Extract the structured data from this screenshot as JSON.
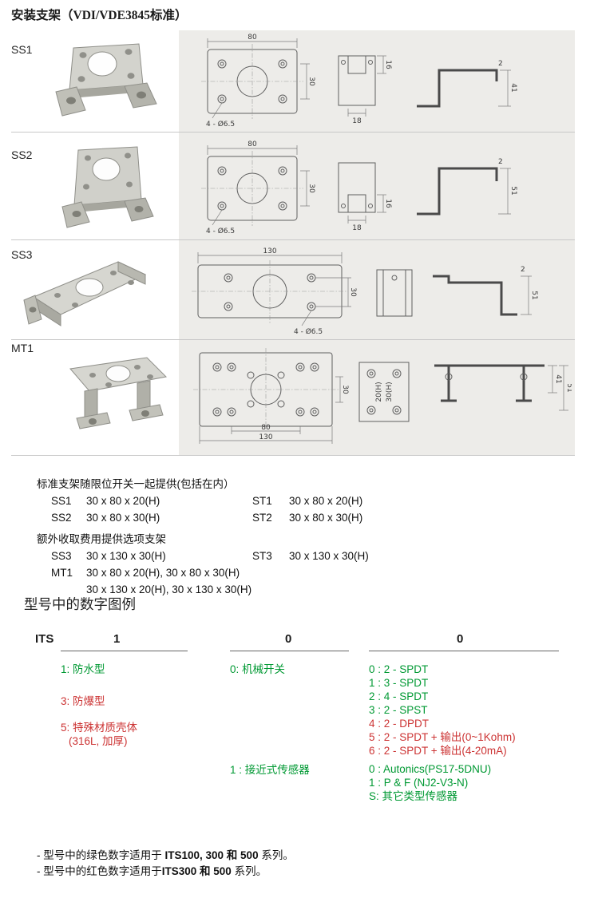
{
  "colors": {
    "green": "#009933",
    "red": "#cc3333",
    "panel": "#edece9",
    "line": "#c8c8c8"
  },
  "title": "安装支架（VDI/VDE3845标准）",
  "rows": [
    {
      "label": "SS1"
    },
    {
      "label": "SS2"
    },
    {
      "label": "SS3"
    },
    {
      "label": "MT1"
    }
  ],
  "drawings": {
    "ss1": {
      "width": "80",
      "height": "30",
      "holes": "4 - Ø6.5",
      "side_a": "16",
      "side_b": "18",
      "profile_h": "41",
      "thickness": "2"
    },
    "ss2": {
      "width": "80",
      "height": "30",
      "holes": "4 - Ø6.5",
      "side_a": "16",
      "side_b": "18",
      "profile_h": "51",
      "thickness": "2"
    },
    "ss3": {
      "width": "130",
      "height": "30",
      "holes": "4 - Ø6.5",
      "profile_h": "51",
      "thickness": "2"
    },
    "mt1": {
      "height": "30",
      "width_inner": "80",
      "width_outer": "130",
      "post_a": "20(H)",
      "post_b": "30(H)",
      "profile_a": "41",
      "profile_b": "51"
    }
  },
  "specs": {
    "standard_heading": "标准支架随限位开关一起提供(包括在内）",
    "standard_rows": [
      {
        "l1": "SS1",
        "v1": "30 x 80 x 20(H)",
        "l2": "ST1",
        "v2": "30 x 80 x 20(H)"
      },
      {
        "l1": "SS2",
        "v1": "30 x 80 x 30(H)",
        "l2": "ST2",
        "v2": "30 x 80 x 30(H)"
      }
    ],
    "optional_heading": "额外收取费用提供选项支架",
    "optional_rows": [
      {
        "l1": "SS3",
        "v1": "30 x 130 x 30(H)",
        "l2": "ST3",
        "v2": "30 x 130 x 30(H)"
      },
      {
        "l1": "MT1",
        "v1": "30 x 80 x 20(H), 30 x 80 x 30(H)"
      },
      {
        "l1": "",
        "v1": "30 x 130 x 20(H), 30 x 130 x 30(H)"
      }
    ]
  },
  "legend": {
    "heading": "型号中的数字图例",
    "prefix": "ITS",
    "digit1": "1",
    "digit2": "0",
    "digit3": "0",
    "col1": [
      {
        "text": "1: 防水型",
        "color": "green"
      },
      {
        "text": "3: 防爆型",
        "color": "red"
      },
      {
        "text": "5: 特殊材质壳体",
        "color": "red"
      },
      {
        "text": "(316L, 加厚)",
        "color": "red"
      }
    ],
    "col2": [
      {
        "text": "0: 机械开关",
        "color": "green"
      },
      {
        "text": "1 : 接近式传感器",
        "color": "green"
      }
    ],
    "col3": [
      {
        "text": "0 : 2 - SPDT",
        "color": "green"
      },
      {
        "text": "1 : 3 - SPDT",
        "color": "green"
      },
      {
        "text": "2 : 4 - SPDT",
        "color": "green"
      },
      {
        "text": "3 : 2 - SPST",
        "color": "green"
      },
      {
        "text": "4 : 2 - DPDT",
        "color": "red"
      },
      {
        "text": "5 : 2 - SPDT + 输出(0~1Kohm)",
        "color": "red"
      },
      {
        "text": "6 : 2 - SPDT + 输出(4-20mA)",
        "color": "red"
      },
      {
        "text": "0 : Autonics(PS17-5DNU)",
        "color": "green"
      },
      {
        "text": "1 : P & F (NJ2-V3-N)",
        "color": "green"
      },
      {
        "text": "S: 其它类型传感器",
        "color": "green"
      }
    ]
  },
  "footnotes": [
    {
      "pre": "- 型号中的绿色数字适用于 ",
      "bold": "ITS100, 300 和 500",
      "post": " 系列。"
    },
    {
      "pre": "- 型号中的红色数字适用于",
      "bold": "ITS300 和 500",
      "post": " 系列。"
    }
  ]
}
